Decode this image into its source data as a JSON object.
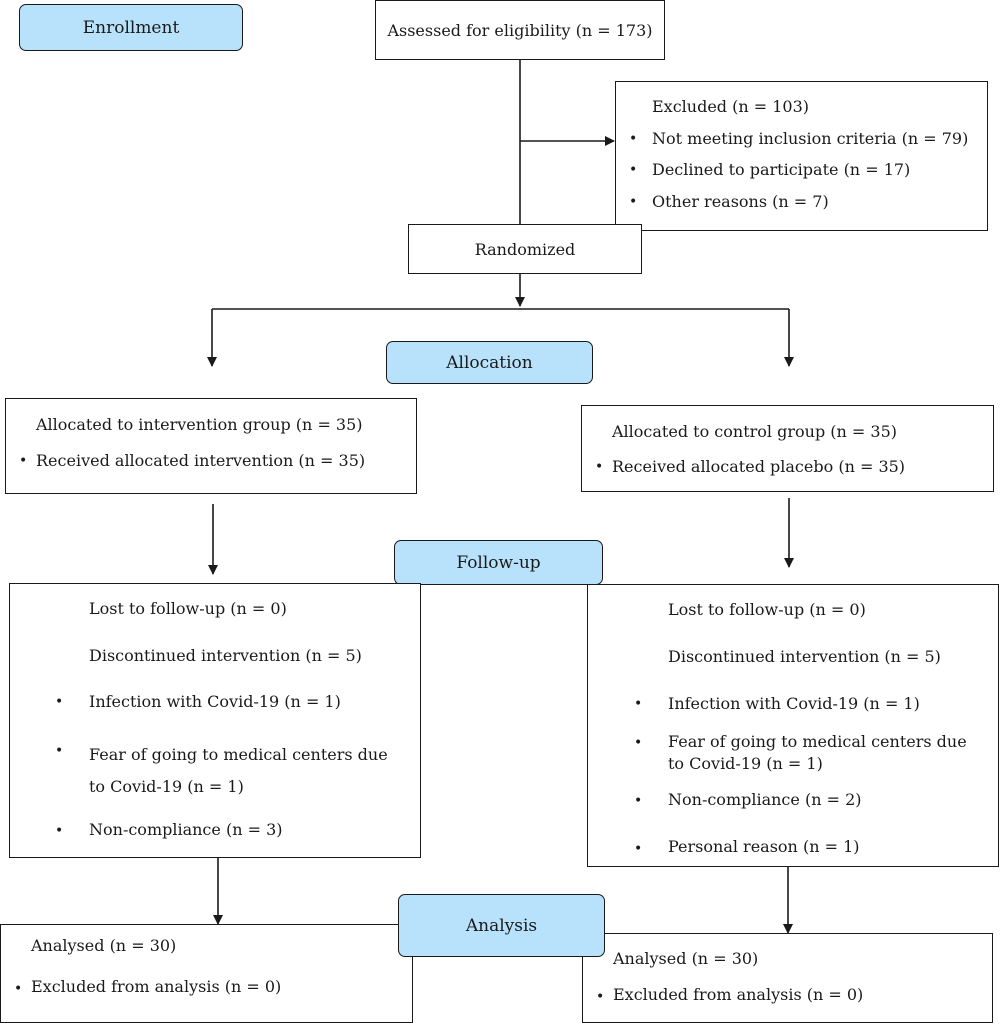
{
  "colors": {
    "stage_fill": "#b8e2fb",
    "line": "#1a1a1a",
    "box_fill": "#ffffff"
  },
  "stages": {
    "enrollment": "Enrollment",
    "allocation": "Allocation",
    "follow_up": "Follow-up",
    "analysis": "Analysis"
  },
  "assessed": "Assessed for eligibility (n = 173)",
  "excluded": {
    "title": "Excluded (n = 103)",
    "items": [
      "Not meeting inclusion criteria (n = 79)",
      "Declined to participate (n = 17)",
      "Other reasons (n = 7)"
    ]
  },
  "randomized": "Randomized",
  "intervention": {
    "allocated": "Allocated to intervention group (n = 35)",
    "received": "Received allocated intervention (n = 35)",
    "lost": "Lost to follow-up (n = 0)",
    "discontinued": "Discontinued intervention (n = 5)",
    "reasons": [
      "Infection with Covid-19 (n = 1)",
      "Fear of going to medical centers due to Covid-19 (n = 1)",
      "Non-compliance (n = 3)"
    ],
    "analysed": "Analysed (n = 30)",
    "excluded_analysis": "Excluded from analysis (n = 0)"
  },
  "control": {
    "allocated": "Allocated to control group (n = 35)",
    "received": "Received allocated placebo (n = 35)",
    "lost": "Lost to follow-up (n = 0)",
    "discontinued": "Discontinued intervention (n = 5)",
    "reasons": [
      "Infection with Covid-19 (n = 1)",
      "Fear of going to medical centers due to Covid-19 (n = 1)",
      "Non-compliance (n = 2)",
      "Personal reason (n = 1)"
    ],
    "analysed": "Analysed (n = 30)",
    "excluded_analysis": "Excluded from analysis (n = 0)"
  }
}
